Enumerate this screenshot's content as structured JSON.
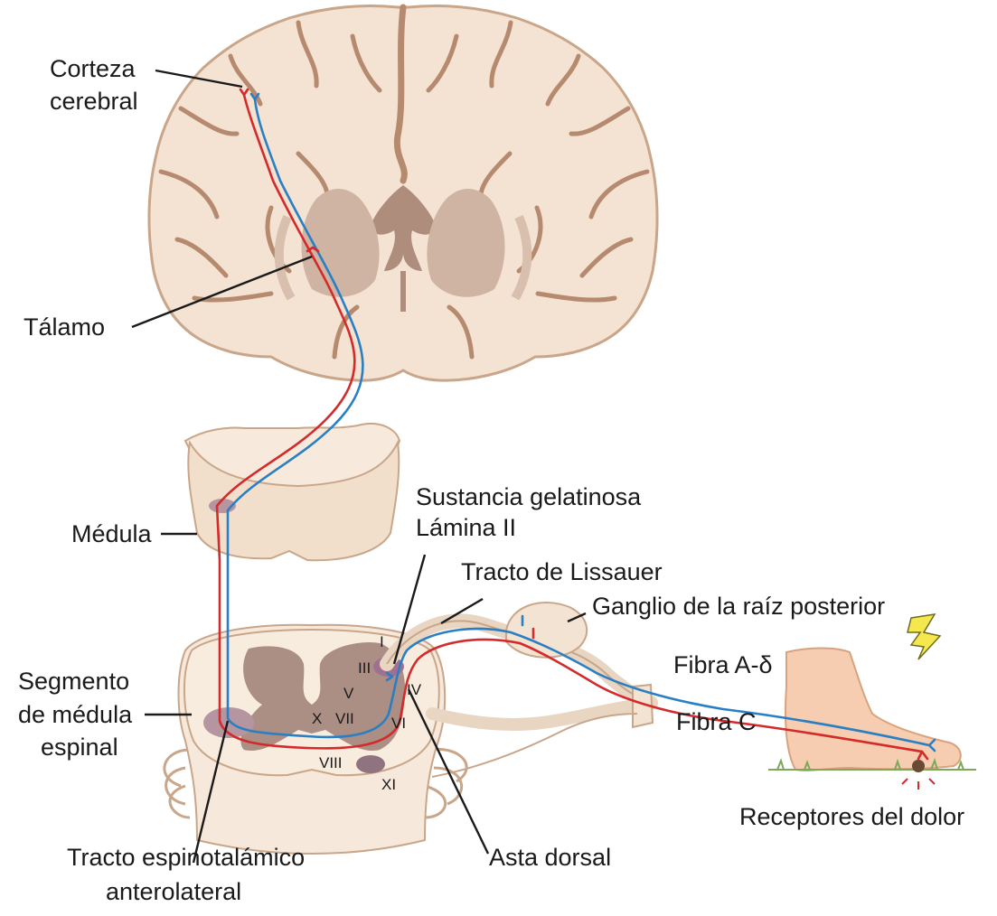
{
  "labels": {
    "corteza_1": "Corteza",
    "corteza_2": "cerebral",
    "talamo": "Tálamo",
    "medula": "Médula",
    "sustancia_1": "Sustancia gelatinosa",
    "sustancia_2": "Lámina II",
    "lissauer": "Tracto de Lissauer",
    "ganglio": "Ganglio de la raíz posterior",
    "fibra_a": "Fibra A-δ",
    "fibra_c": "Fibra C",
    "segmento_1": "Segmento",
    "segmento_2": "de médula",
    "segmento_3": "espinal",
    "receptores": "Receptores del dolor",
    "asta": "Asta dorsal",
    "tracto_1": "Tracto espinotalámico",
    "tracto_2": "anterolateral"
  },
  "laminae": {
    "I": "I",
    "III": "III",
    "IV": "IV",
    "V": "V",
    "VI": "VI",
    "VII": "VII",
    "VIII": "VIII",
    "X": "X",
    "XI": "XI"
  },
  "colors": {
    "tissue": "#f4e3d3",
    "tissue_edge": "#c9a689",
    "gray_matter": "#ab8e84",
    "fiber_a_delta": "#2a7fc4",
    "fiber_c": "#d42a2a",
    "skin": "#f6cdb0"
  }
}
